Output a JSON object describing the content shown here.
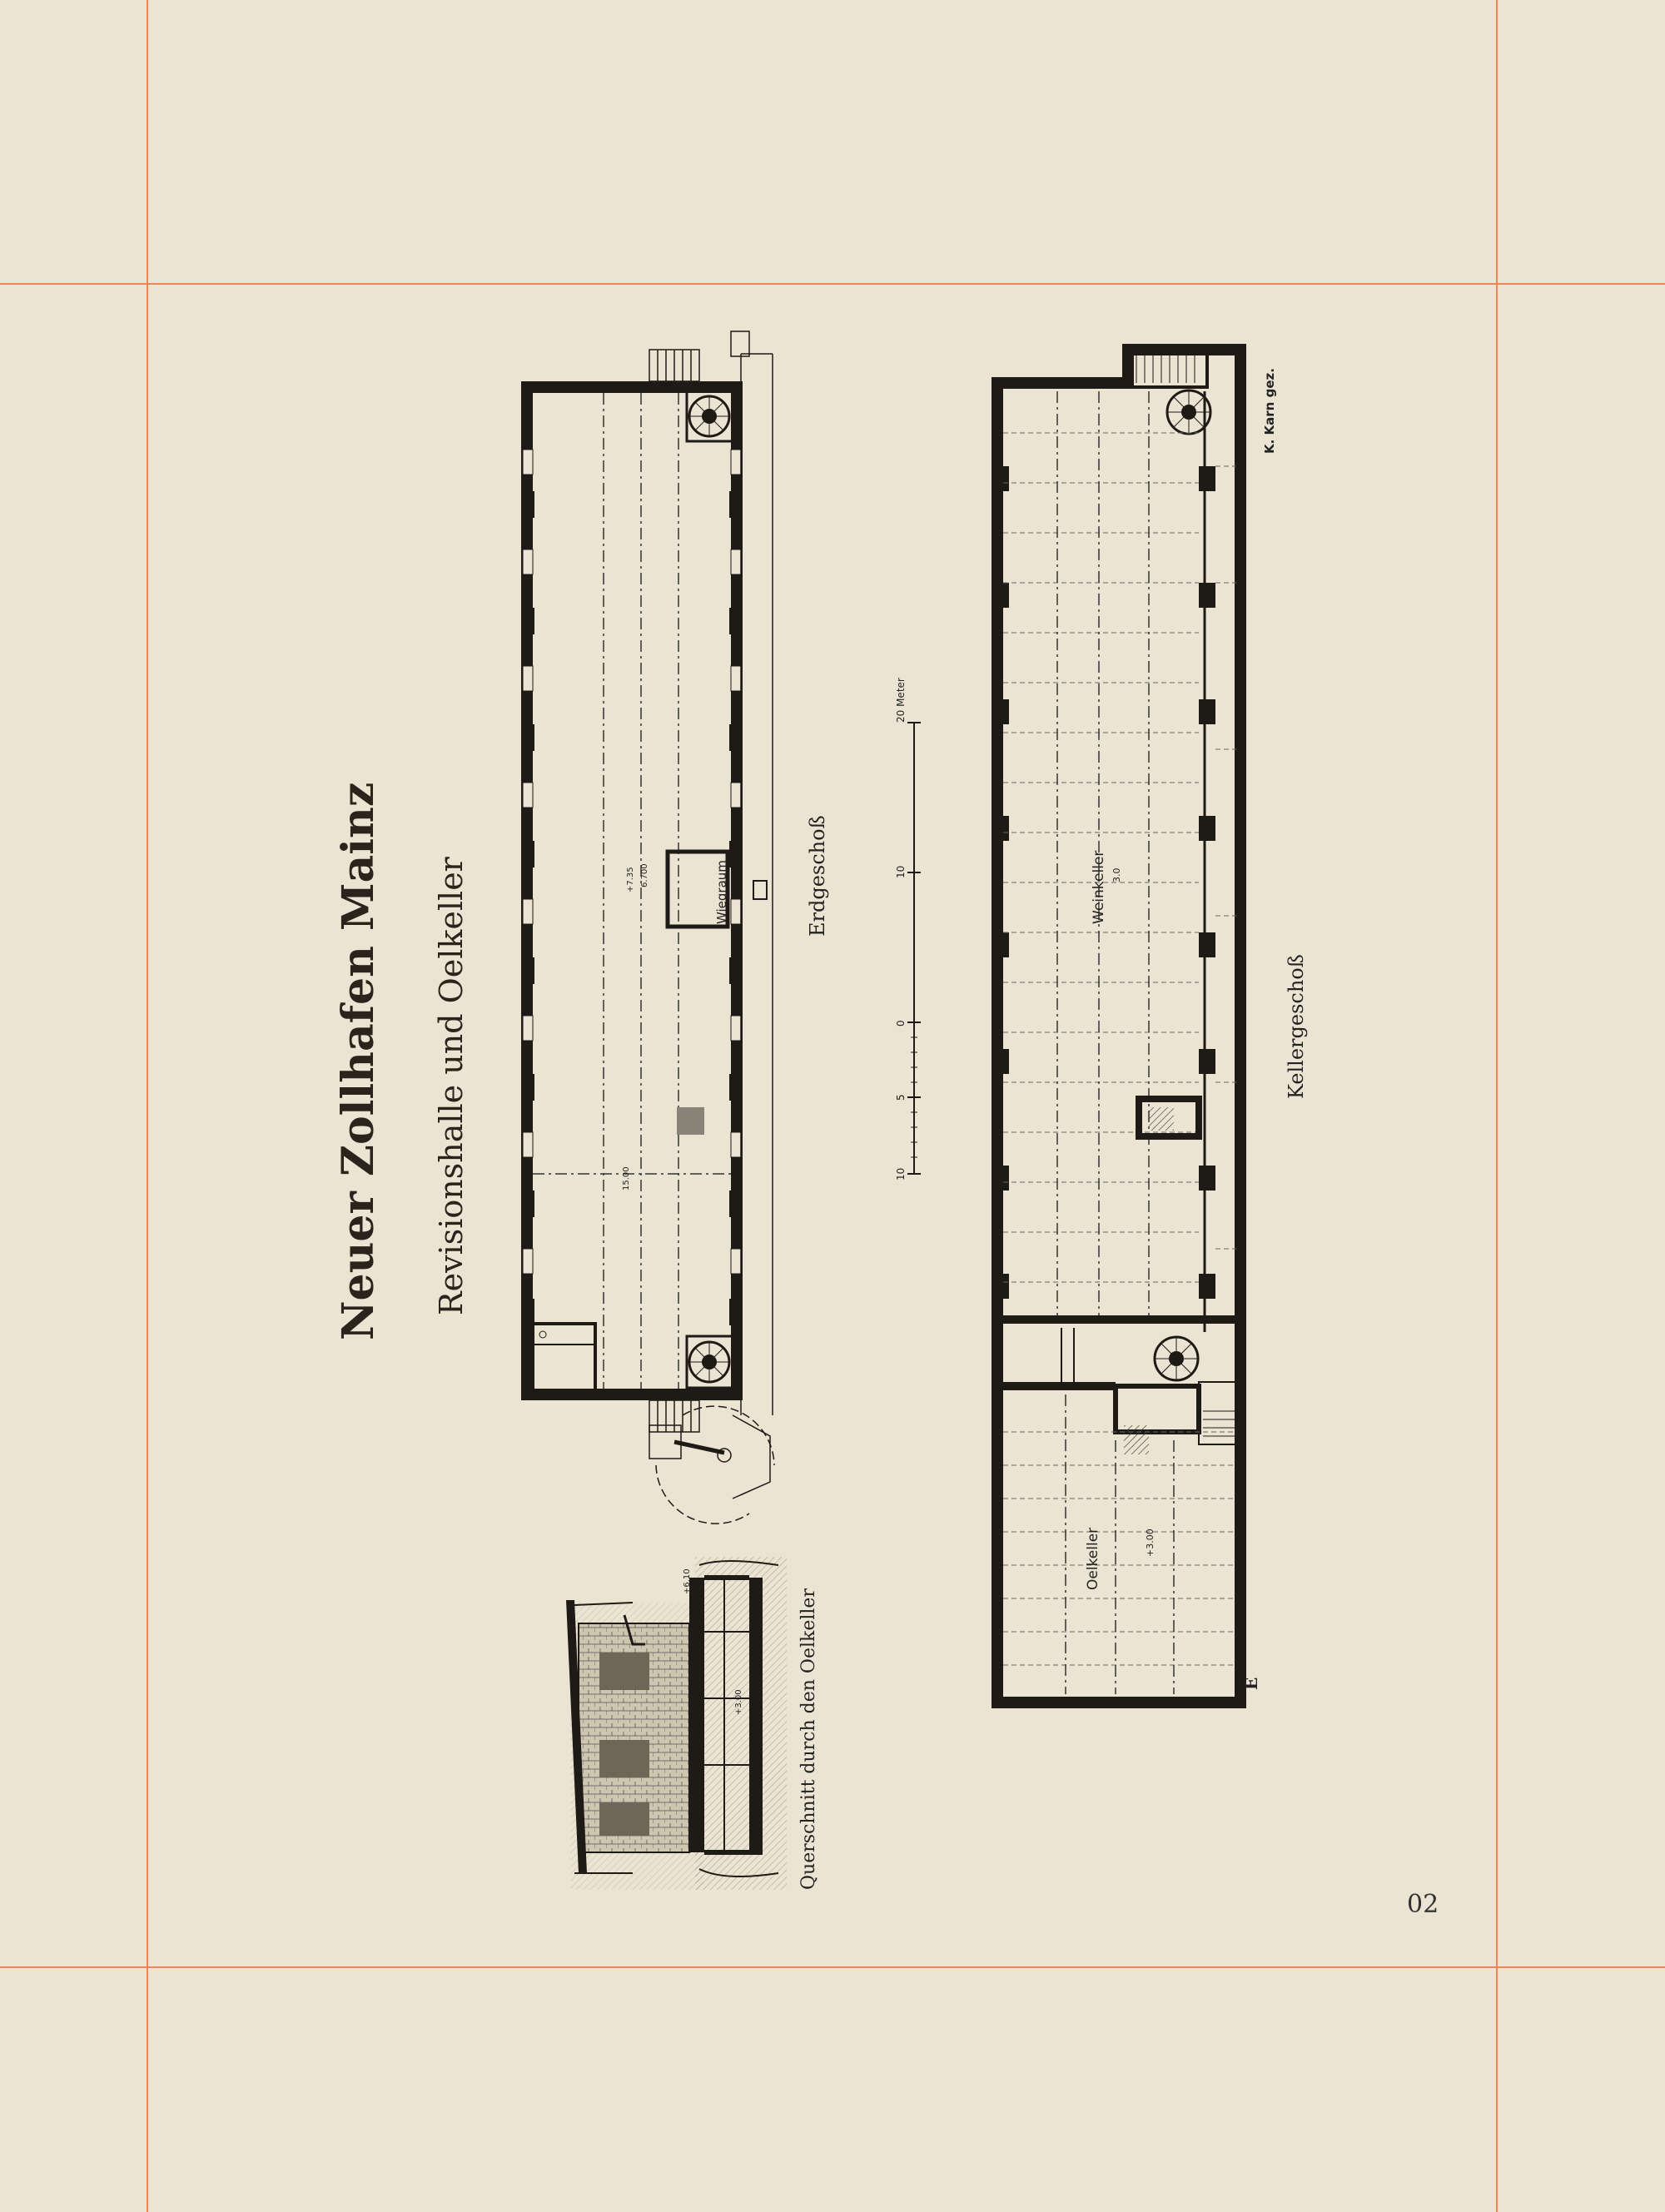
{
  "plate": {
    "title": "Neuer Zollhafen Mainz",
    "subtitle": "Revisionshalle und Oelkeller",
    "page_number": "02"
  },
  "ground_floor": {
    "caption": "Erdgeschoß",
    "room_label": "Wiegraum",
    "dim_label_a": "+7.35",
    "dim_label_b": "6.700",
    "dim_label_c": "15.00"
  },
  "basement": {
    "caption": "Kellergeschoß",
    "wine_cellar_label": "Weinkeller",
    "wine_cellar_level": "3.0",
    "oil_cellar_label": "Oelkeller",
    "oil_cellar_level": "+3.00",
    "draftsman": "K. Karn gez."
  },
  "section": {
    "caption": "Querschnitt durch den Oelkeller",
    "level_top": "+6.10",
    "level_mid": "+3.00"
  },
  "scale_bar": {
    "unit_label": "20 Meter",
    "ticks": [
      "10",
      "5",
      "0",
      "10"
    ]
  },
  "monogram": "E",
  "colors": {
    "paper": "#ebe4d2",
    "guide_lines": "#e8875c",
    "ink": "#1e1a16"
  }
}
